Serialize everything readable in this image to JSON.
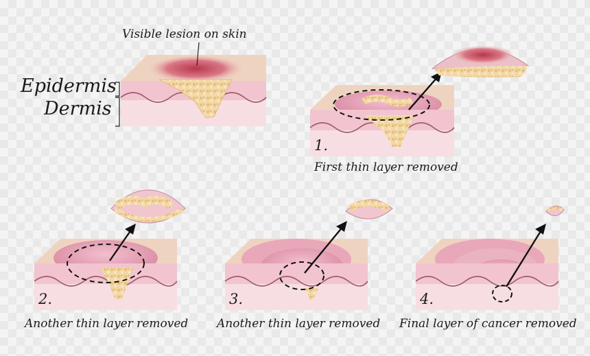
{
  "labels": {
    "lesion": "Visible lesion on skin",
    "epidermis": "Epidermis",
    "dermis": "Dermis"
  },
  "steps": [
    {
      "number": "1.",
      "caption": "First thin layer removed"
    },
    {
      "number": "2.",
      "caption": "Another thin layer removed"
    },
    {
      "number": "3.",
      "caption": "Another thin layer removed"
    },
    {
      "number": "4.",
      "caption": "Final layer of cancer removed"
    }
  ],
  "colors": {
    "skin_top": "#f0d6c4",
    "skin_side": "#f3c9d2",
    "dermis": "#f6dde2",
    "wound": "#e79fb3",
    "cancer": "#f1d49b",
    "lesion_red": "#c94a5c",
    "outline": "#2a1a1a"
  }
}
